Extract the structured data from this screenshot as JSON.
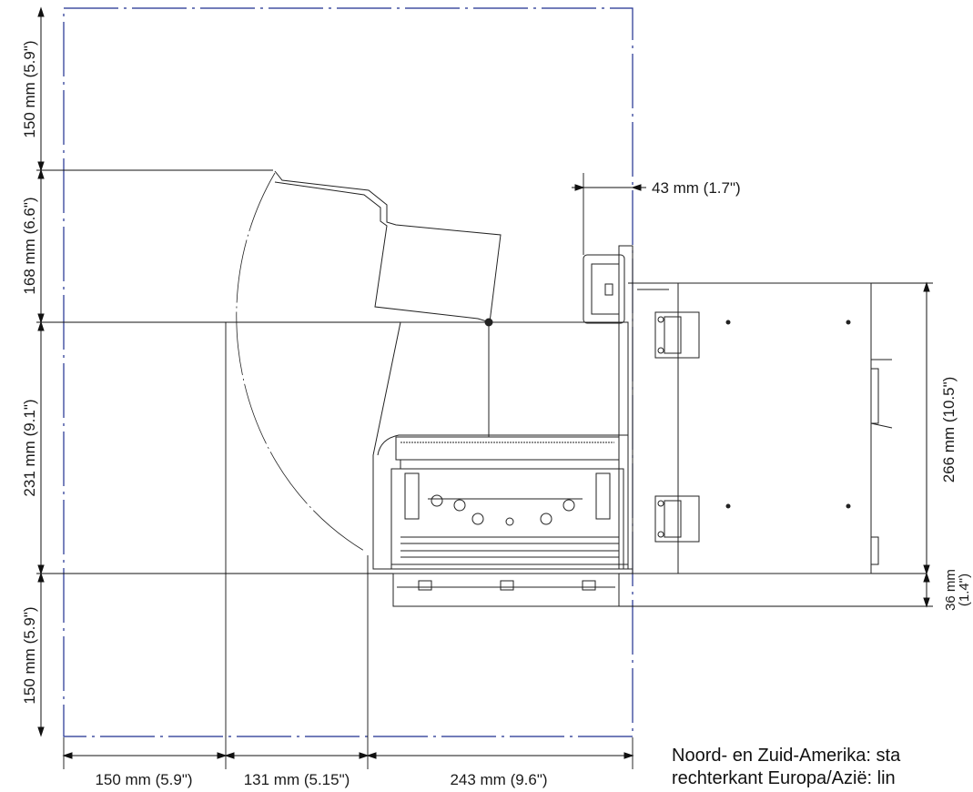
{
  "dimensions": {
    "top_clearance": "150 mm (5.9\")",
    "cover_open": "168 mm (6.6\")",
    "body_height": "231 mm (9.1\")",
    "bottom_clearance": "150 mm (5.9\")",
    "right_offset": "43 mm (1.7\")",
    "rear_height": "266 mm (10.5\")",
    "feet_mm": "36 mm",
    "feet_in": "(1.4\")",
    "left_clearance": "150 mm (5.9\")",
    "door_swing": "131 mm (5.15\")",
    "printer_depth": "243 mm (9.6\")"
  },
  "note": {
    "line1": "Noord- en Zuid-Amerika: sta",
    "line2": "rechterkant Europa/Azië: lin"
  },
  "colors": {
    "clearance_box": "#1f2f8f",
    "line": "#111111"
  }
}
